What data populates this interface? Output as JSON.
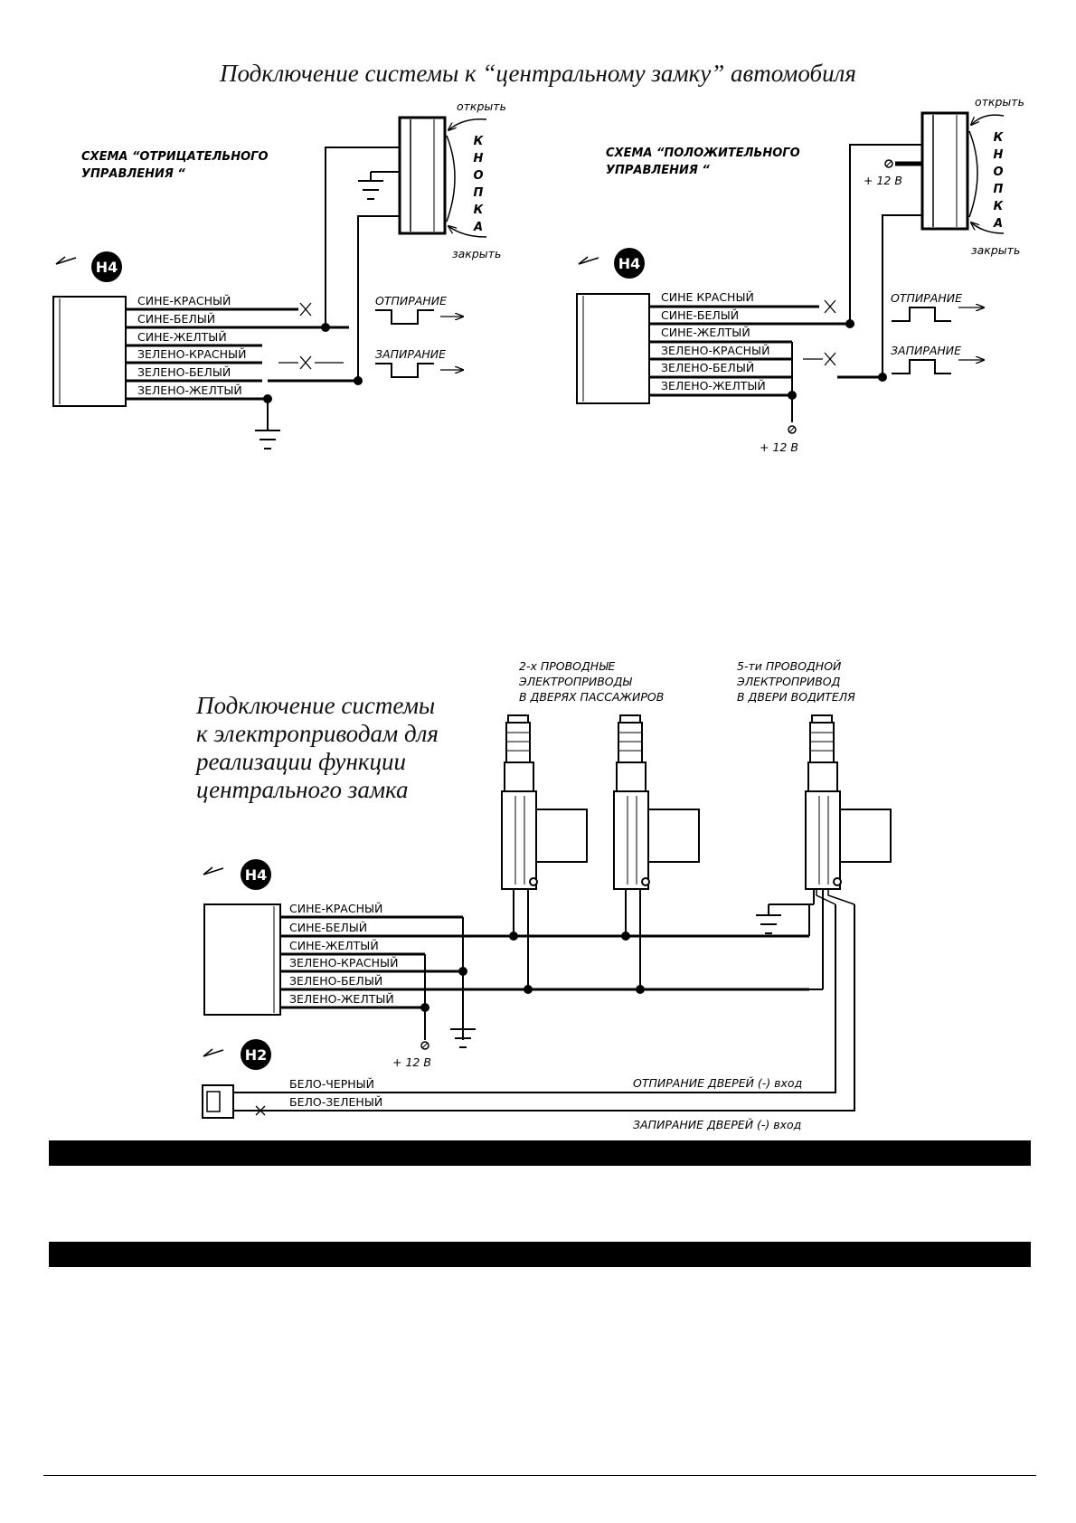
{
  "titles": {
    "top": "Подключение системы к “центральному замку” автомобиля",
    "bottom": [
      "Подключение системы",
      "к электроприводам для",
      "реализации функции",
      "центрального замка"
    ]
  },
  "connectors": {
    "h4": "H4",
    "h2": "H2"
  },
  "wires_h4": [
    "СИНЕ-КРАСНЫЙ",
    "СИНЕ-БЕЛЫЙ",
    "СИНЕ-ЖЕЛТЫЙ",
    "ЗЕЛЕНО-КРАСНЫЙ",
    "ЗЕЛЕНО-БЕЛЫЙ",
    "ЗЕЛЕНО-ЖЕЛТЫЙ"
  ],
  "wires_h4_right": [
    "СИНЕ КРАСНЫЙ",
    "СИНЕ-БЕЛЫЙ",
    "СИНЕ-ЖЕЛТЫЙ",
    "ЗЕЛЕНО-КРАСНЫЙ",
    "ЗЕЛЕНО-БЕЛЫЙ",
    "ЗЕЛЕНО-ЖЕЛТЫЙ"
  ],
  "wires_h2": [
    "БЕЛО-ЧЕРНЫЙ",
    "БЕЛО-ЗЕЛЕНЫЙ"
  ],
  "left_scheme": {
    "label": [
      "СХЕМА “ОТРИЦАТЕЛЬНОГО",
      "УПРАВЛЕНИЯ “"
    ]
  },
  "right_scheme": {
    "label": [
      "СХЕМА “ПОЛОЖИТЕЛЬНОГО",
      "УПРАВЛЕНИЯ “"
    ]
  },
  "button": {
    "open": "открыть",
    "close": "закрыть",
    "letters": [
      "К",
      "Н",
      "О",
      "П",
      "К",
      "А"
    ]
  },
  "signals": {
    "unlock": "ОТПИРАНИЕ",
    "lock": "ЗАПИРАНИЕ"
  },
  "plus12": "+ 12 В",
  "actuators": {
    "two_wire": [
      "2-х ПРОВОДНЫЕ",
      "ЭЛЕКТРОПРИВОДЫ",
      "В ДВЕРЯХ ПАССАЖИРОВ"
    ],
    "five_wire": [
      "5-ти ПРОВОДНОЙ",
      "ЭЛЕКТРОПРИВОД",
      "В ДВЕРИ ВОДИТЕЛЯ"
    ]
  },
  "door_inputs": {
    "unlock": "ОТПИРАНИЕ ДВЕРЕЙ (-) вход",
    "lock": "ЗАПИРАНИЕ ДВЕРЕЙ (-) вход"
  }
}
